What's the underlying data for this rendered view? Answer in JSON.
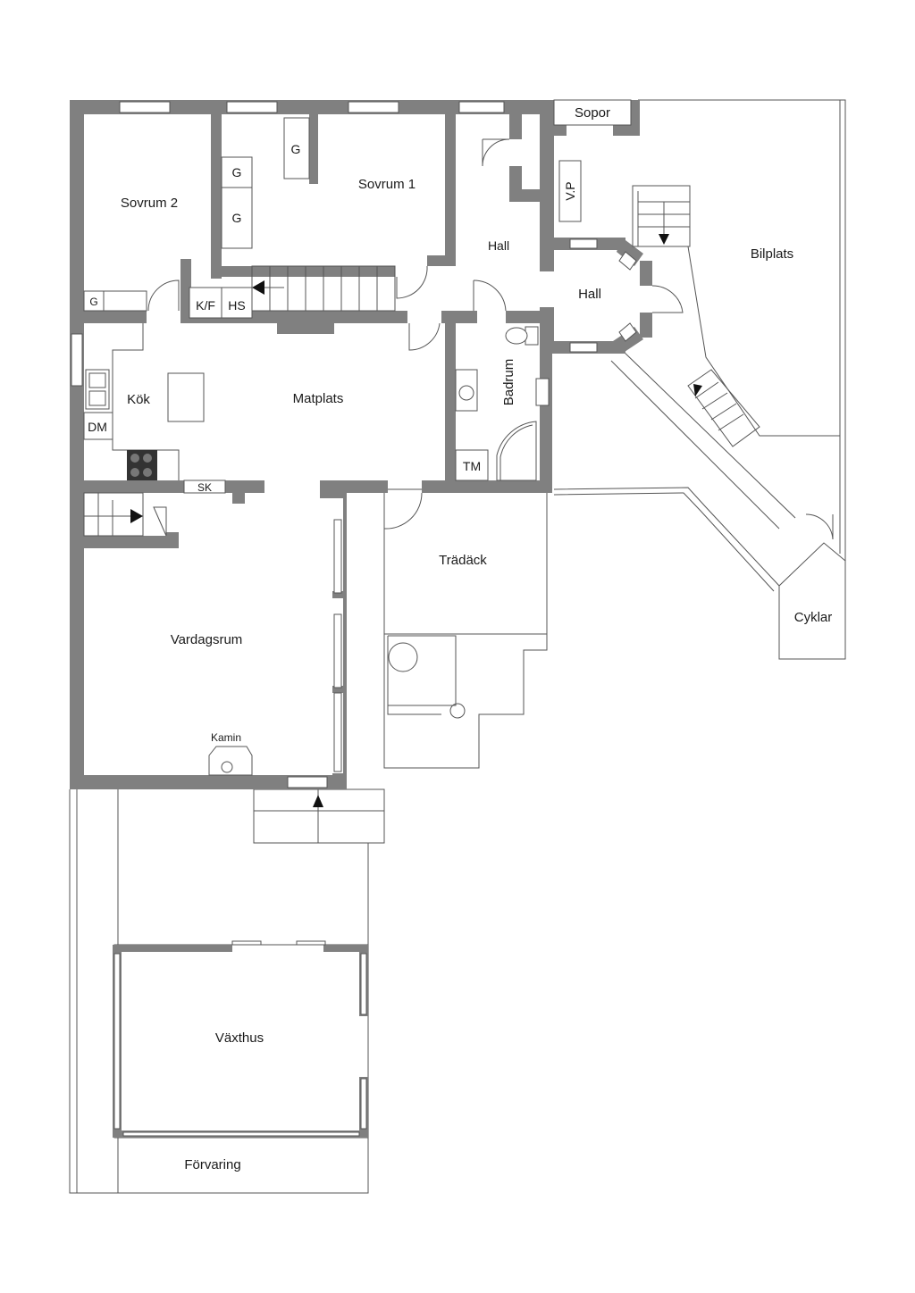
{
  "rooms": {
    "sovrum2": "Sovrum 2",
    "sovrum1": "Sovrum 1",
    "hall_upper": "Hall",
    "hall_lower": "Hall",
    "sopor": "Sopor",
    "bilplats": "Bilplats",
    "kok": "Kök",
    "matplats": "Matplats",
    "badrum": "Badrum",
    "tradack": "Trädäck",
    "cyklar": "Cyklar",
    "vardagsrum": "Vardagsrum",
    "vaxthus": "Växthus",
    "forvaring": "Förvaring"
  },
  "fixtures": {
    "g_sovrum2": "G",
    "g_wardrobe_top": "G",
    "g_wardrobe_mid": "G",
    "g_wardrobe_low": "G",
    "vp": "V.P",
    "kf": "K/F",
    "hs": "HS",
    "dm": "DM",
    "sk": "SK",
    "tm": "TM",
    "kamin": "Kamin"
  },
  "colors": {
    "wall": "#808080",
    "line": "#555555",
    "background": "#ffffff"
  }
}
